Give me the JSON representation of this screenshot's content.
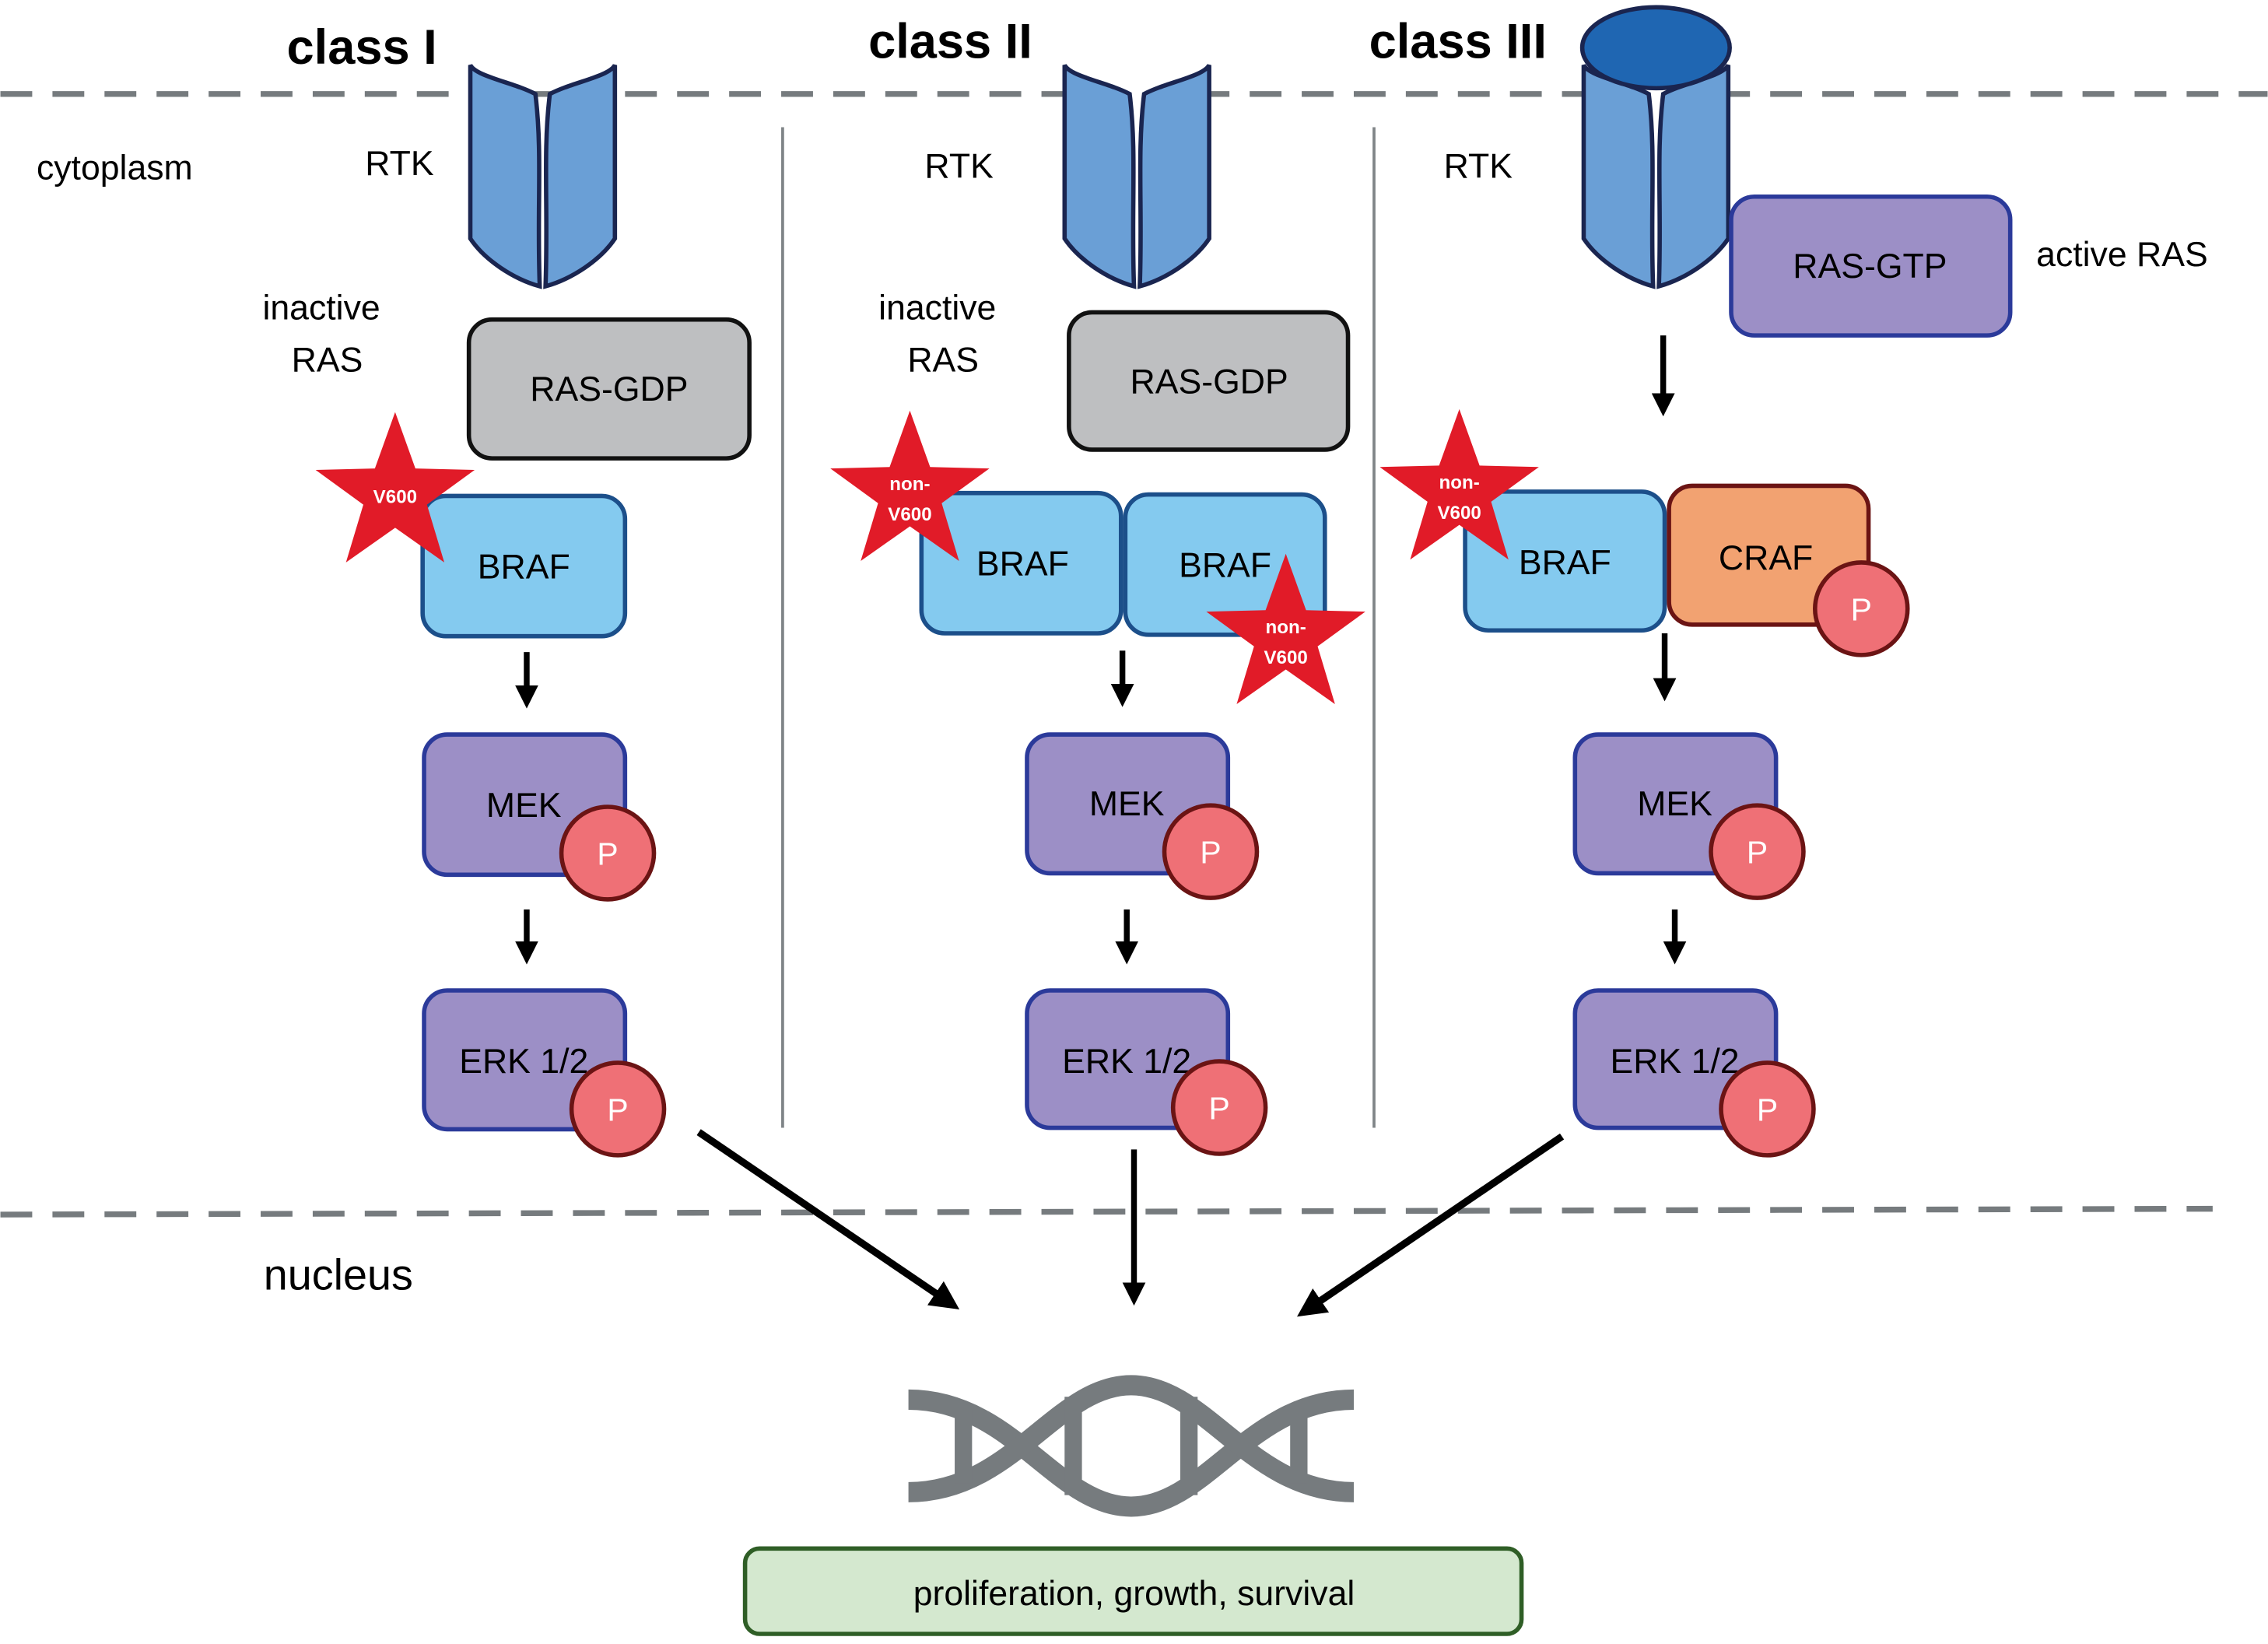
{
  "compartments": {
    "cytoplasm": "cytoplasm",
    "nucleus": "nucleus"
  },
  "classes": [
    {
      "title": "class I",
      "rtk_label": "RTK",
      "ras_state_label_line1": "inactive",
      "ras_state_label_line2": "RAS",
      "ras_box": "RAS-GDP",
      "raf_boxes": [
        "BRAF"
      ],
      "mutations": [
        "V600"
      ],
      "mek": "MEK",
      "erk": "ERK 1/2",
      "phospho": "P"
    },
    {
      "title": "class II",
      "rtk_label": "RTK",
      "ras_state_label_line1": "inactive",
      "ras_state_label_line2": "RAS",
      "ras_box": "RAS-GDP",
      "raf_boxes": [
        "BRAF",
        "BRAF"
      ],
      "mutations": [
        [
          "non-",
          "V600"
        ],
        [
          "non-",
          "V600"
        ]
      ],
      "mek": "MEK",
      "erk": "ERK 1/2",
      "phospho": "P"
    },
    {
      "title": "class III",
      "rtk_label": "RTK",
      "ras_state_label": "active RAS",
      "ras_box": "RAS-GTP",
      "raf_boxes": [
        "BRAF",
        "CRAF"
      ],
      "mutations": [
        [
          "non-",
          "V600"
        ]
      ],
      "mek": "MEK",
      "erk": "ERK 1/2",
      "phospho": "P"
    }
  ],
  "outcome": "proliferation, growth, survival",
  "icons": {
    "receptor": "rtk-receptor-icon",
    "ligand": "ligand-icon",
    "mutation": "mutation-star-icon",
    "phosphate": "phosphate-icon",
    "dna": "dna-icon"
  },
  "colors": {
    "rtk": "#6a9fd6",
    "rtk_outline": "#1a2550",
    "ligand": "#1f66b2",
    "ras_gdp": "#bebfc1",
    "ras_gtp": "#9c8fc6",
    "braf": "#84caef",
    "braf_outline": "#1c4f8a",
    "craf": "#f2a271",
    "craf_outline": "#6b1414",
    "kinase": "#9c8fc6",
    "kinase_outline": "#2b3a9a",
    "phospho": "#ef7076",
    "phospho_outline": "#6b1414",
    "star": "#e11b28",
    "dna": "#767b7e",
    "outcome_fill": "#d4e8cf",
    "outcome_outline": "#2f5e26"
  }
}
